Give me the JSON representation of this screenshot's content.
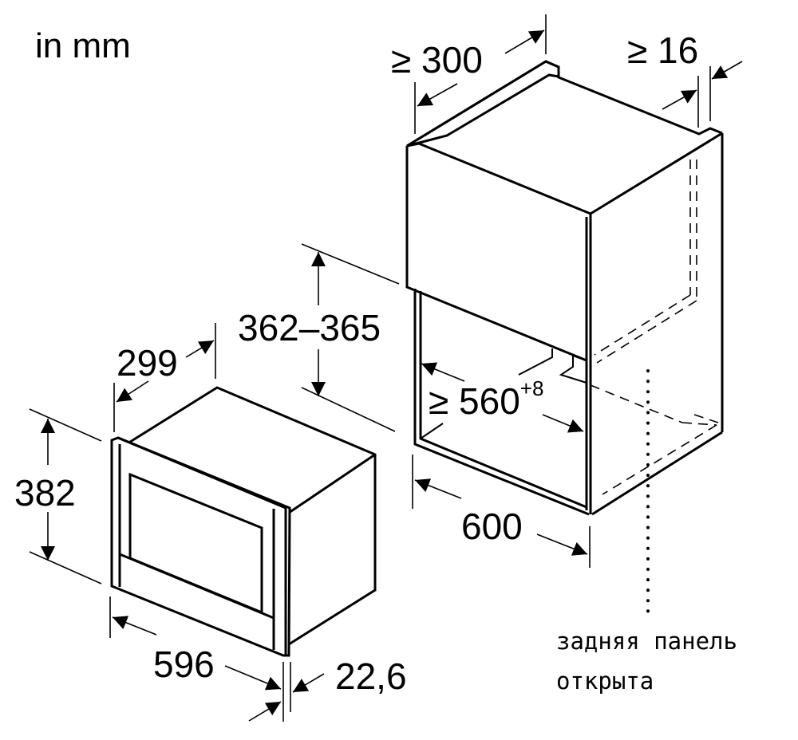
{
  "units_label": "in mm",
  "dimensions": {
    "niche_depth": "≥ 300",
    "rear_gap": "≥ 16",
    "niche_height": "362–365",
    "niche_width_value": "≥ 560",
    "niche_width_tolerance": "+8",
    "cabinet_width": "600",
    "appliance_depth": "299",
    "appliance_height": "382",
    "appliance_width": "596",
    "front_thickness": "22,6"
  },
  "annotation": {
    "line1": "задняя панель",
    "line2": "открыта"
  },
  "colors": {
    "line": "#000000",
    "background": "#ffffff"
  }
}
